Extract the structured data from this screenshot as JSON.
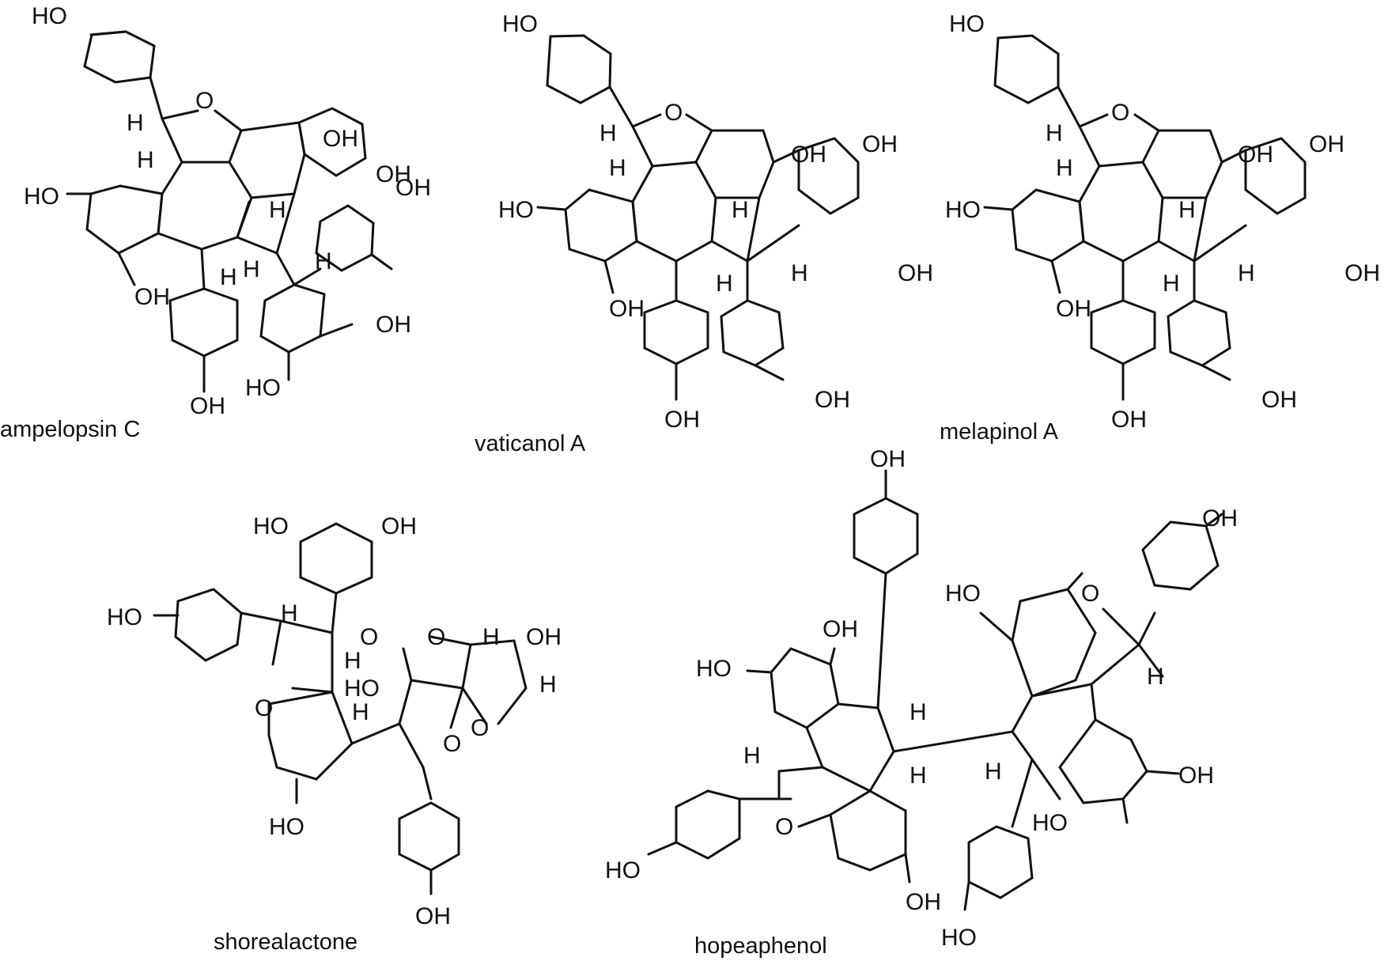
{
  "figure": {
    "compounds": [
      {
        "key": "c1",
        "name": "ampelopsin C",
        "labels": [
          "HO",
          "H",
          "O",
          "OH",
          "H",
          "HO",
          "H",
          "OH",
          "H",
          "H",
          "OH",
          "H",
          "OH",
          "OH",
          "HO",
          "OH"
        ]
      },
      {
        "key": "c2",
        "name": "vaticanol A",
        "labels": [
          "HO",
          "H",
          "O",
          "OH",
          "OH",
          "H",
          "HO",
          "H",
          "H",
          "OH",
          "H",
          "OH",
          "OH",
          "OH"
        ]
      },
      {
        "key": "c3",
        "name": "melapinol A",
        "labels": [
          "HO",
          "H",
          "O",
          "OH",
          "OH",
          "H",
          "HO",
          "H",
          "H",
          "OH",
          "H",
          "OH",
          "OH",
          "OH"
        ]
      },
      {
        "key": "c4",
        "name": "shorealactone",
        "labels": [
          "HO",
          "OH",
          "HO",
          "H",
          "O",
          "O",
          "H",
          "OH",
          "H",
          "HO",
          "H",
          "O",
          "O",
          "H",
          "O",
          "HO",
          "OH"
        ]
      },
      {
        "key": "c5",
        "name": "hopeaphenol",
        "labels": [
          "OH",
          "OH",
          "HO",
          "O",
          "OH",
          "HO",
          "H",
          "H",
          "H",
          "H",
          "O",
          "H",
          "OH",
          "HO",
          "OH",
          "HO"
        ]
      }
    ]
  }
}
